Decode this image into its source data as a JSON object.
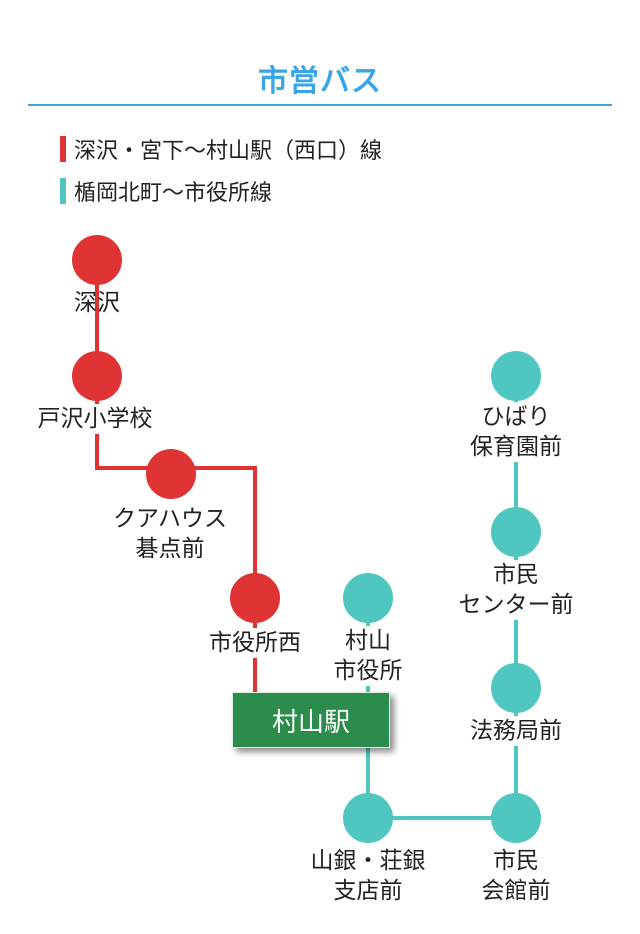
{
  "header": {
    "title": "市営バス"
  },
  "colors": {
    "accent": "#3aa5e6",
    "line_red": "#e03333",
    "line_teal": "#4fc6bf",
    "station": "#2b8c4c"
  },
  "legend": [
    {
      "color": "#e03333",
      "label": "深沢・宮下～村山駅（西口）線"
    },
    {
      "color": "#4fc6bf",
      "label": "楯岡北町～市役所線"
    }
  ],
  "stations": {
    "main": "村山駅"
  },
  "stops": {
    "fukasawa": [
      "深沢"
    ],
    "tozawa_shogakko": [
      "戸沢小学校"
    ],
    "kuahausu": [
      "クアハウス",
      "碁点前"
    ],
    "shiyakusho_nishi": [
      "市役所西"
    ],
    "murayama_shiyakusho": [
      "村山",
      "市役所"
    ],
    "hibari": [
      "ひばり",
      "保育園前"
    ],
    "shimin_center": [
      "市民",
      "センター前"
    ],
    "homukyoku": [
      "法務局前"
    ],
    "yamagin": [
      "山銀・荘銀",
      "支店前"
    ],
    "shimin_kaikan": [
      "市民",
      "会館前"
    ]
  }
}
